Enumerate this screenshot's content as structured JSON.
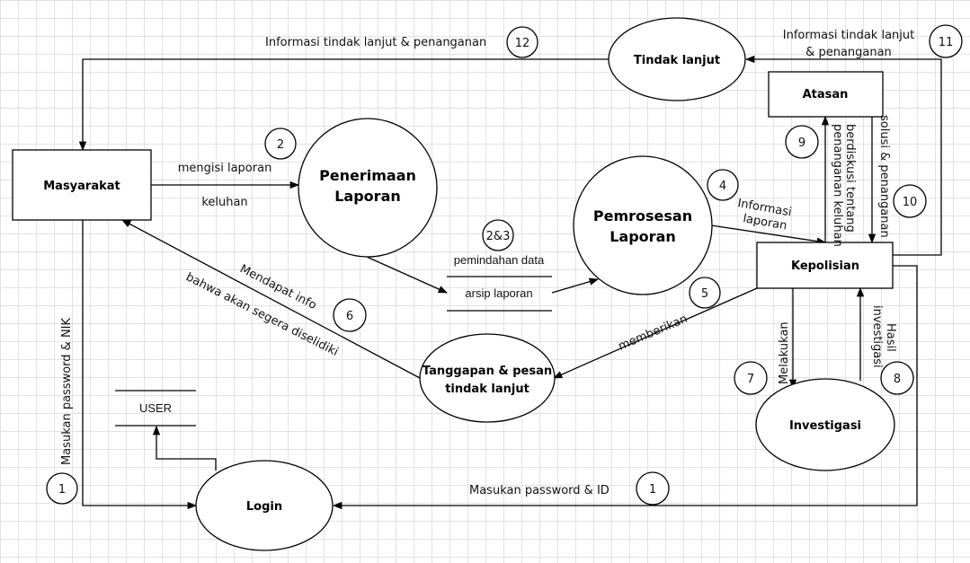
{
  "entities": {
    "masyarakat": "Masyarakat",
    "kepolisian": "Kepolisian",
    "atasan": "Atasan"
  },
  "processes": {
    "penerimaan_line1": "Penerimaan",
    "penerimaan_line2": "Laporan",
    "pemrosesan_line1": "Pemrosesan",
    "pemrosesan_line2": "Laporan",
    "tindak_lanjut": "Tindak lanjut",
    "tanggapan_line1": "Tanggapan & pesan",
    "tanggapan_line2": "tindak lanjut",
    "investigasi": "Investigasi",
    "login": "Login"
  },
  "datastores": {
    "user": "USER",
    "arsip": "arsip laporan"
  },
  "flows": {
    "f12": "Informasi tindak lanjut & penanganan",
    "f11_line1": "Informasi tindak lanjut",
    "f11_line2": "& penanganan",
    "f2_line1": "mengisi laporan",
    "f2_line2": "keluhan",
    "f23": "pemindahan data",
    "f4_line1": "Informasi",
    "f4_line2": "laporan",
    "f9_line1": "berdiskusi tentang",
    "f9_line2": "penanganan keluhan",
    "f10": "solusi & penanganan",
    "f6_line1": "Mendapat info",
    "f6_line2": "bahwa akan segera diselidiki",
    "f5": "memberikan",
    "f7": "Melakukan",
    "f8_line1": "Hasil",
    "f8_line2": "investigasi",
    "f1_left": "Masukan password & NIK",
    "f1_bottom": "Masukan password & ID"
  },
  "numbers": {
    "n12": "12",
    "n11": "11",
    "n2": "2",
    "n23": "2&3",
    "n4": "4",
    "n9": "9",
    "n10": "10",
    "n5": "5",
    "n6": "6",
    "n7": "7",
    "n8": "8",
    "n1a": "1",
    "n1b": "1"
  }
}
